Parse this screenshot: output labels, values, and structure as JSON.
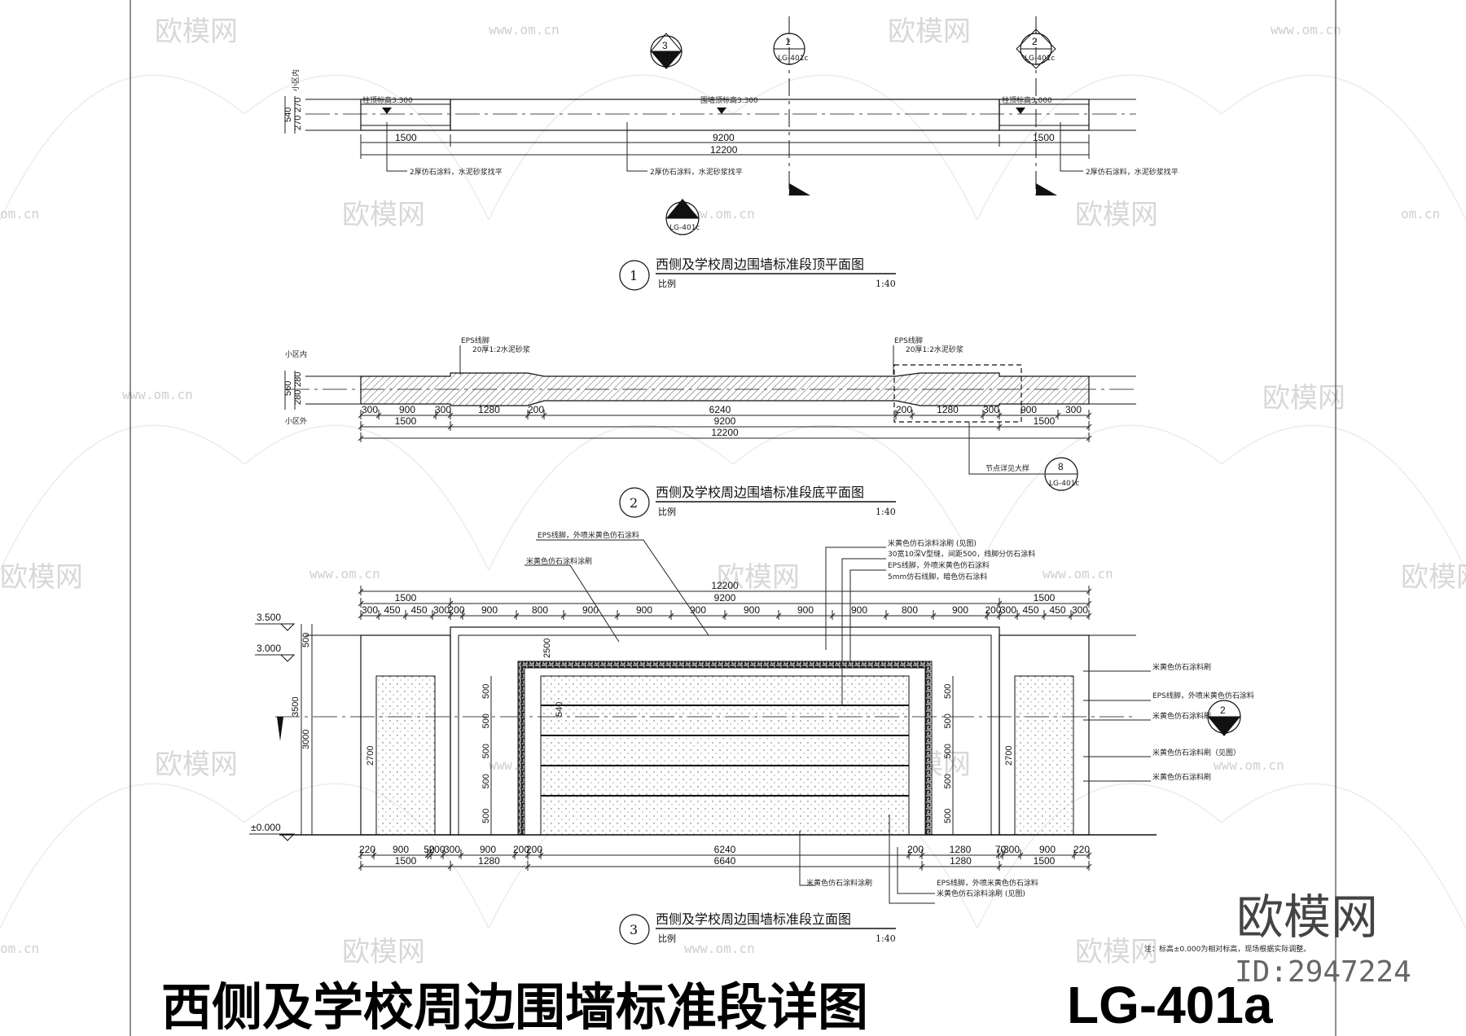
{
  "sheet": {
    "title": "西侧及学校周边围墙标准段详图",
    "code": "LG-401a"
  },
  "watermark": {
    "brand": "欧模网",
    "url": "www.om.cn",
    "url_short": "om.cn",
    "id_text": "ID:2947224"
  },
  "views": [
    {
      "number": "1",
      "title": "西侧及学校周边围墙标准段顶平面图",
      "scale_label": "比例",
      "scale": "1:40"
    },
    {
      "number": "2",
      "title": "西侧及学校周边围墙标准段底平面图",
      "scale_label": "比例",
      "scale": "1:40"
    },
    {
      "number": "3",
      "title": "西侧及学校周边围墙标准段立面图",
      "scale_label": "比例",
      "scale": "1:40"
    }
  ],
  "callouts": {
    "sec3": "3",
    "sec1": "1",
    "sec1_ref": "LG-401c",
    "sec2": "2",
    "sec2_ref": "LG-401c",
    "bottom_ref": "LG-401c",
    "detail_ref": "LG-401c",
    "detail_num": "8",
    "elev_sec": "2"
  },
  "plan_top": {
    "dims_row1": [
      "1500",
      "9200",
      "1500"
    ],
    "dims_row2": [
      "12200"
    ],
    "side_dims": [
      "540",
      "270",
      "270"
    ],
    "label_small": "小区内",
    "top_levels": [
      "柱顶标高3.300",
      "围墙顶标高3.300",
      "柱顶标高3.000"
    ],
    "notes": [
      "2厚仿石涂料，水泥砂浆找平",
      "2厚仿石涂料，水泥砂浆找平",
      "2厚仿石涂料，水泥砂浆找平"
    ]
  },
  "plan_bottom": {
    "dims_row1": [
      "300",
      "900",
      "300",
      "1280",
      "200",
      "6240",
      "200",
      "1280",
      "300",
      "900",
      "300"
    ],
    "dims_row2": [
      "1500",
      "9200",
      "1500"
    ],
    "dims_row3": [
      "12200"
    ],
    "side_dims": [
      "560",
      "280",
      "280"
    ],
    "side_labels": [
      "小区内",
      "小区外"
    ],
    "label_eps_left": "EPS线脚",
    "label_eps_right": "EPS线脚",
    "label_mortar_left": "20厚1:2水泥砂浆",
    "label_mortar_right": "20厚1:2水泥砂浆",
    "detail_note": "节点详见大样"
  },
  "elevation": {
    "top_dims_row1": [
      "1500",
      "9200",
      "1500"
    ],
    "top_dims_row0": [
      "12200"
    ],
    "top_dims_row2": [
      "300",
      "450",
      "450",
      "300",
      "200",
      "900",
      "800",
      "900",
      "900",
      "900",
      "900",
      "900",
      "900",
      "800",
      "900",
      "200",
      "300",
      "450",
      "450",
      "300"
    ],
    "bottom_dims_row1": [
      "220",
      "900",
      "50",
      "200",
      "300",
      "900",
      "200",
      "200",
      "6240",
      "200",
      "1280",
      "70",
      "300",
      "900",
      "220"
    ],
    "bottom_dims_row2": [
      "1500",
      "1280",
      "6640",
      "1280",
      "1500"
    ],
    "levels": [
      "3.500",
      "3.000",
      "±0.000"
    ],
    "left_v_dims": [
      "500",
      "3500",
      "3000",
      "2700"
    ],
    "panel_v_dims": [
      "500",
      "500",
      "500",
      "500",
      "500"
    ],
    "inner_v_dims": [
      "2500",
      "540"
    ],
    "labels_top": [
      "EPS线脚，外喷米黄色仿石涂料",
      "米黄色仿石涂料涂刷",
      "米黄色仿石涂料涂刷 (见图)",
      "30宽10深V型缝，间距500，线脚分仿石涂料",
      "EPS线脚，外喷米黄色仿石涂料",
      "5mm仿石线脚，暗色仿石涂料"
    ],
    "labels_right": [
      "米黄色仿石涂料刷",
      "EPS线脚，外喷米黄色仿石涂料",
      "米黄色仿石涂料刷",
      "米黄色仿石涂料刷（见图）",
      "米黄色仿石涂料刷"
    ],
    "labels_bottom": [
      "米黄色仿石涂料涂刷",
      "EPS线脚，外喷米黄色仿石涂料",
      "米黄色仿石涂料涂刷 (见图)"
    ],
    "note_zero": "注：标高±0.000为相对标高，现场根据实际调整。"
  }
}
